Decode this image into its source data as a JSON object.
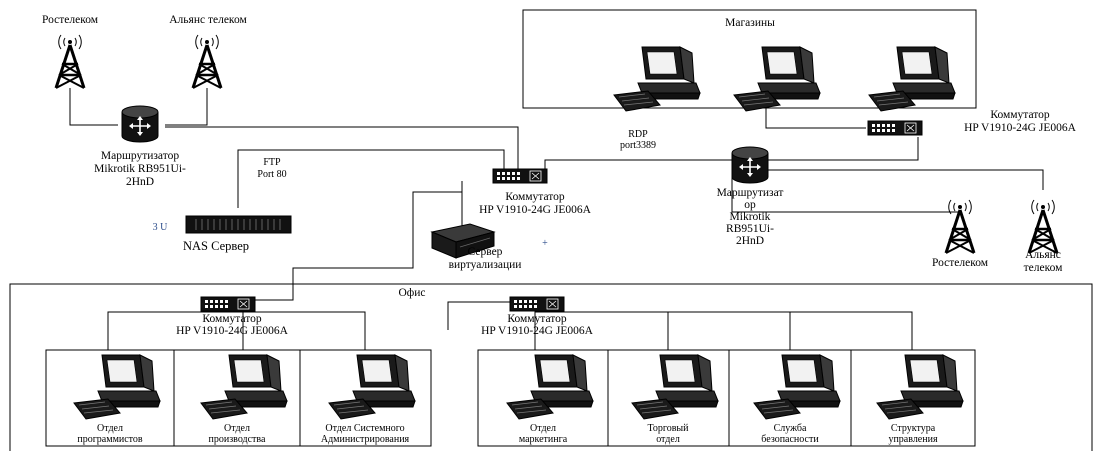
{
  "isp_top_left": {
    "rostelecom": "Ростелеком",
    "allians": "Альянс телеком"
  },
  "router_top": {
    "line1": "Маршрутизатор",
    "line2": "Mikrotik RB951Ui-",
    "line3": "2HnD"
  },
  "ftp": {
    "line1": "FTP",
    "line2": "Port 80"
  },
  "nas": {
    "units": "3 U",
    "label": "NAS Сервер"
  },
  "core_switch": {
    "line1": "Коммутатор",
    "line2": "HP V1910-24G JE006A"
  },
  "virt_server": {
    "line1": "Сервер",
    "line2": "виртуализации"
  },
  "rdp": {
    "line1": "RDP",
    "line2": "port3389"
  },
  "shops": {
    "title": "Магазины"
  },
  "shops_switch": {
    "line1": "Коммутатор",
    "line2": "HP V1910-24G JE006A"
  },
  "router_right": {
    "line1": "Маршрутизат",
    "line2": "ор",
    "line3": "Mikrotik",
    "line4": "RB951Ui-",
    "line5": "2HnD"
  },
  "isp_right": {
    "rostelecom": "Ростелеком",
    "allians_line1": "Альянс",
    "allians_line2": "телеком"
  },
  "office": {
    "title": "Офис"
  },
  "office_switch_left": {
    "line1": "Коммутатор",
    "line2": "HP V1910-24G JE006A"
  },
  "office_switch_right": {
    "line1": "Коммутатор",
    "line2": "HP V1910-24G JE006A"
  },
  "departments": [
    {
      "line1": "Отдел",
      "line2": "программистов"
    },
    {
      "line1": "Отдел",
      "line2": "производства"
    },
    {
      "line1": "Отдел Системного",
      "line2": "Администрирования"
    },
    {
      "line1": "Отдел",
      "line2": "маркетинга"
    },
    {
      "line1": "Торговый",
      "line2": "отдел"
    },
    {
      "line1": "Служба",
      "line2": "безопасности"
    },
    {
      "line1": "Структура",
      "line2": "управления"
    }
  ]
}
